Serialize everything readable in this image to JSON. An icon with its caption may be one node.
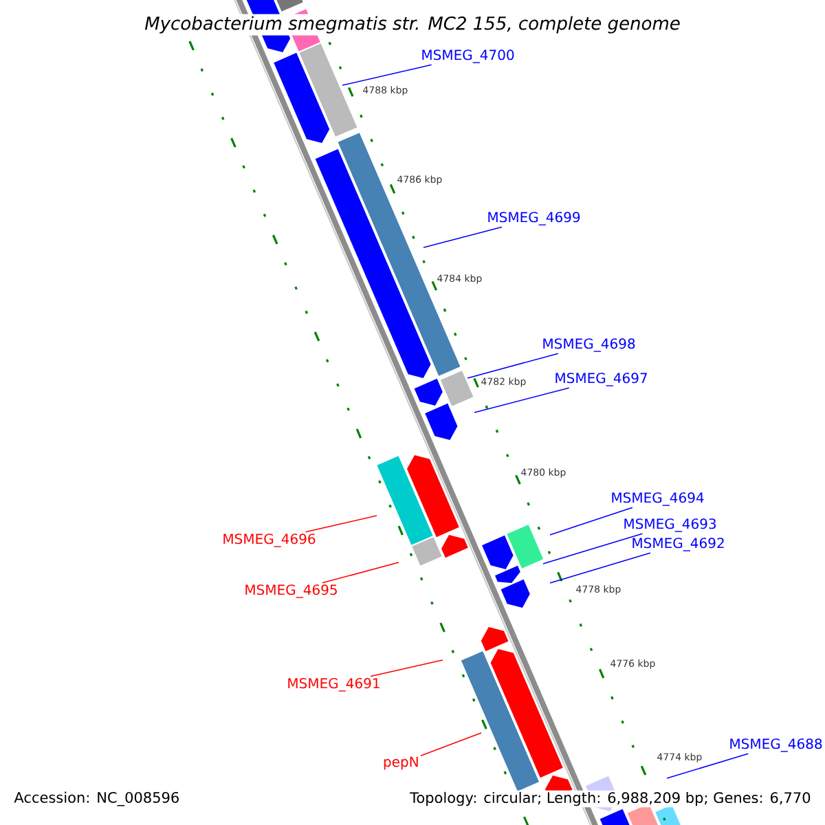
{
  "diagram": {
    "title": "Mycobacterium smegmatis str. MC2 155, complete genome",
    "nodes": [
      {
        "text": [
          "MSMEG_4700"
        ]
      },
      {
        "text": [
          "MSMEG_4699"
        ]
      },
      {
        "text": [
          "MSMEG_4698"
        ]
      },
      {
        "text": [
          "MSMEG_4697"
        ]
      },
      {
        "text": [
          "MSMEG_4696"
        ]
      },
      {
        "text": [
          "MSMEG_4694"
        ]
      },
      {
        "text": [
          "MSMEG_4693"
        ]
      },
      {
        "text": [
          "MSMEG_4695"
        ]
      },
      {
        "text": [
          "MSMEG_4692"
        ]
      },
      {
        "text": [
          "MSMEG_4691"
        ]
      },
      {
        "text": [
          "pepN"
        ]
      },
      {
        "text": [
          "MSMEG_4688"
        ]
      }
    ],
    "edges": [
      {
        "from": 0,
        "to": null,
        "arrow": "none"
      },
      {
        "from": 1,
        "to": null,
        "arrow": "none"
      },
      {
        "from": 2,
        "to": null,
        "arrow": "none"
      },
      {
        "from": 3,
        "to": null,
        "arrow": "none"
      },
      {
        "from": 4,
        "to": null,
        "arrow": "none",
        "color": "#ff0000"
      },
      {
        "from": 5,
        "to": null,
        "arrow": "none"
      },
      {
        "from": 6,
        "to": null,
        "arrow": "none"
      },
      {
        "from": 7,
        "to": null,
        "arrow": "none",
        "color": "#ff0000"
      },
      {
        "from": 8,
        "to": null,
        "arrow": "none"
      },
      {
        "from": 9,
        "to": null,
        "arrow": "none",
        "color": "#ff0000"
      },
      {
        "from": 10,
        "to": null,
        "arrow": "none",
        "color": "#ff0000"
      },
      {
        "from": 11,
        "to": null,
        "arrow": "none"
      }
    ],
    "labels": [
      "4788 kbp",
      "4786 kbp",
      "4784 kbp",
      "4782 kbp",
      "4780 kbp",
      "4778 kbp",
      "4776 kbp",
      "4774 kbp",
      "Accession: NC_008596",
      "Topology: circular; Length: 6,988,209 bp; Genes: 6,770"
    ]
  }
}
